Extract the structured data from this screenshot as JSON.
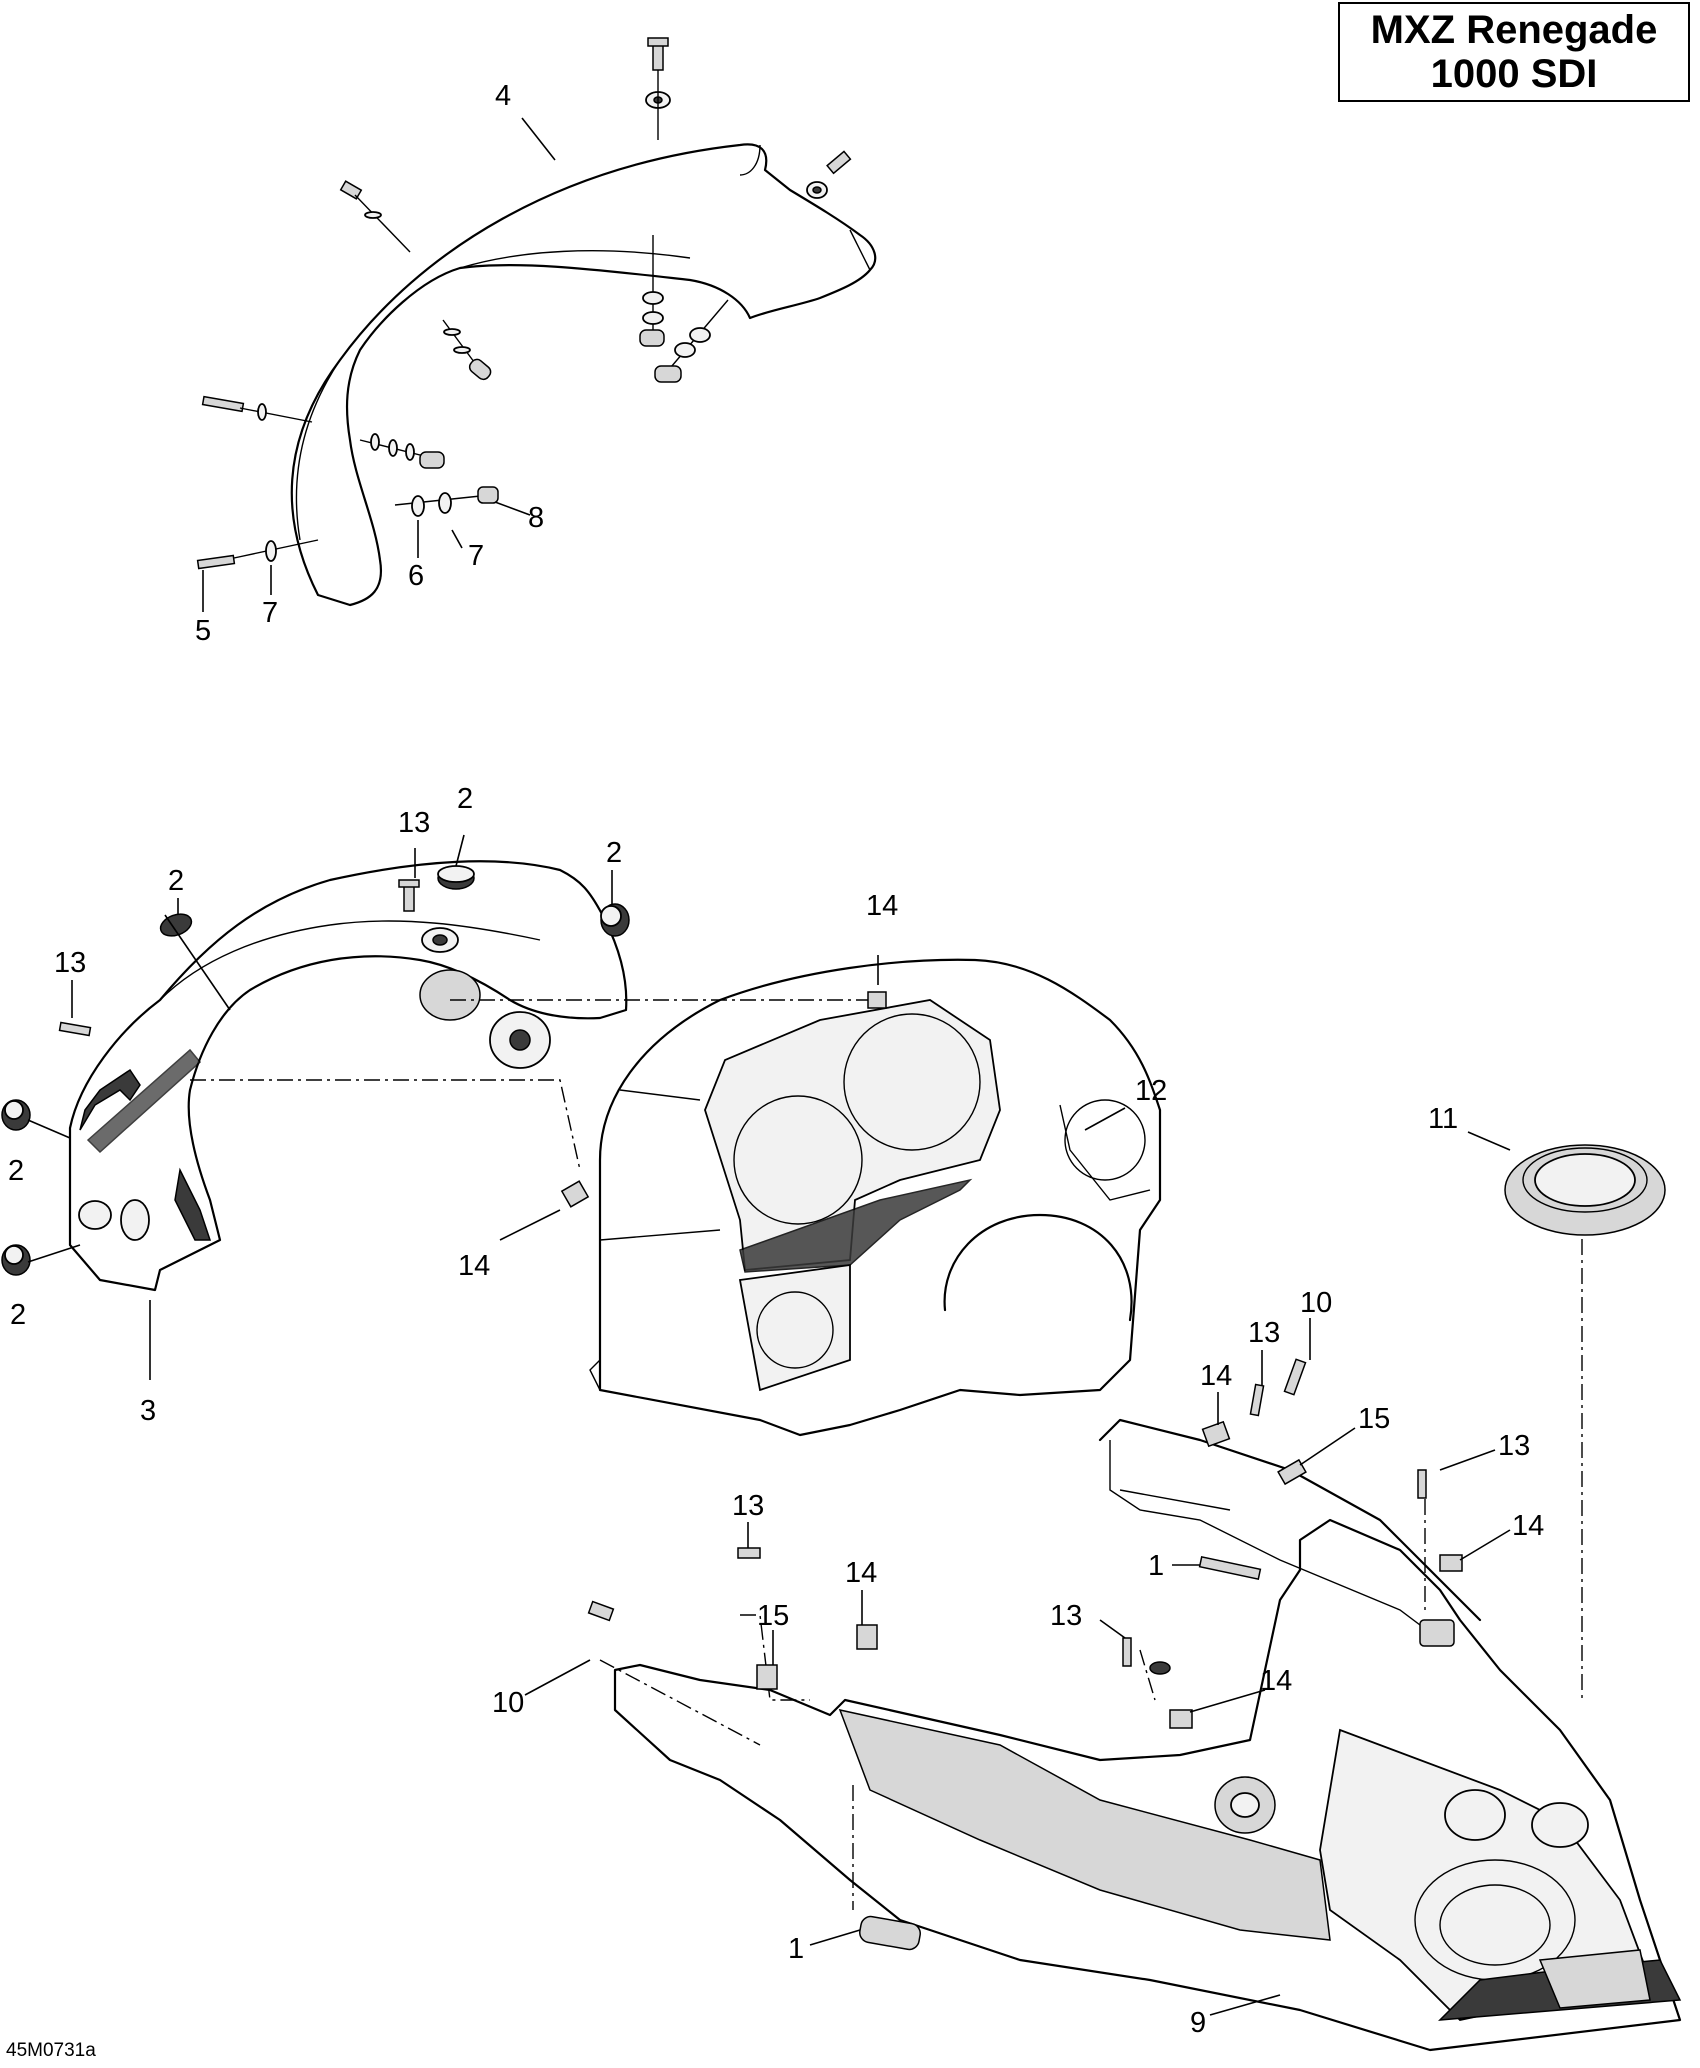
{
  "title": {
    "line1": "MXZ Renegade",
    "line2": "1000 SDI"
  },
  "drawing_ref": "45M0731a",
  "callouts": [
    "4",
    "8",
    "7",
    "6",
    "7",
    "5",
    "13",
    "2",
    "2",
    "14",
    "12",
    "2",
    "13",
    "11",
    "2",
    "14",
    "2",
    "3",
    "10",
    "13",
    "14",
    "15",
    "13",
    "14",
    "1",
    "13",
    "14",
    "14",
    "15",
    "13",
    "10",
    "1",
    "9"
  ],
  "icons": [
    "part-drawing-panel-shield",
    "windshield-bracket",
    "console-panel",
    "gauge-housing",
    "front-console",
    "fastener"
  ]
}
